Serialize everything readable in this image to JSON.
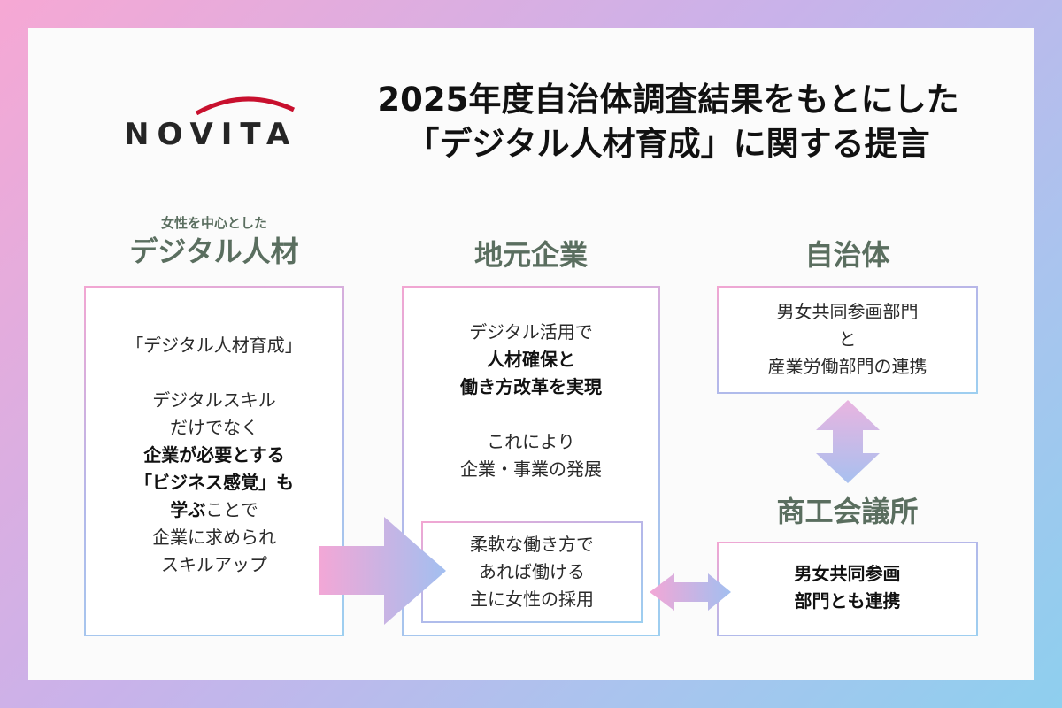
{
  "logo": {
    "text": "NOVITA"
  },
  "title": {
    "line1": "2025年度自治体調査結果をもとにした",
    "line2": "「デジタル人材育成」に関する提言"
  },
  "columns": {
    "digital_talent": {
      "sub": "女性を中心とした",
      "head": "デジタル人材",
      "lines": [
        "「デジタル人材育成」",
        "",
        "デジタルスキル",
        "だけでなく",
        "企業が必要とする",
        "「ビジネス感覚」も",
        "学ぶ",
        "ことで",
        "企業に求められ",
        "スキルアップ"
      ]
    },
    "local_companies": {
      "head": "地元企業",
      "lines": [
        "デジタル活用で",
        "人材確保と",
        "働き方改革を実現",
        "",
        "これにより",
        "企業・事業の発展"
      ],
      "inner_lines": [
        "柔軟な働き方で",
        "あれば働ける",
        "主に女性の採用"
      ]
    },
    "municipality": {
      "head": "自治体",
      "lines": [
        "男女共同参画部門",
        "と",
        "産業労働部門の連携"
      ]
    },
    "chamber": {
      "head": "商工会議所",
      "lines": [
        "男女共同参画",
        "部門とも連携"
      ]
    }
  },
  "colors": {
    "heading": "#5a6e5f",
    "arrow_start": "#f3a7d6",
    "arrow_end": "#a2bff0"
  }
}
